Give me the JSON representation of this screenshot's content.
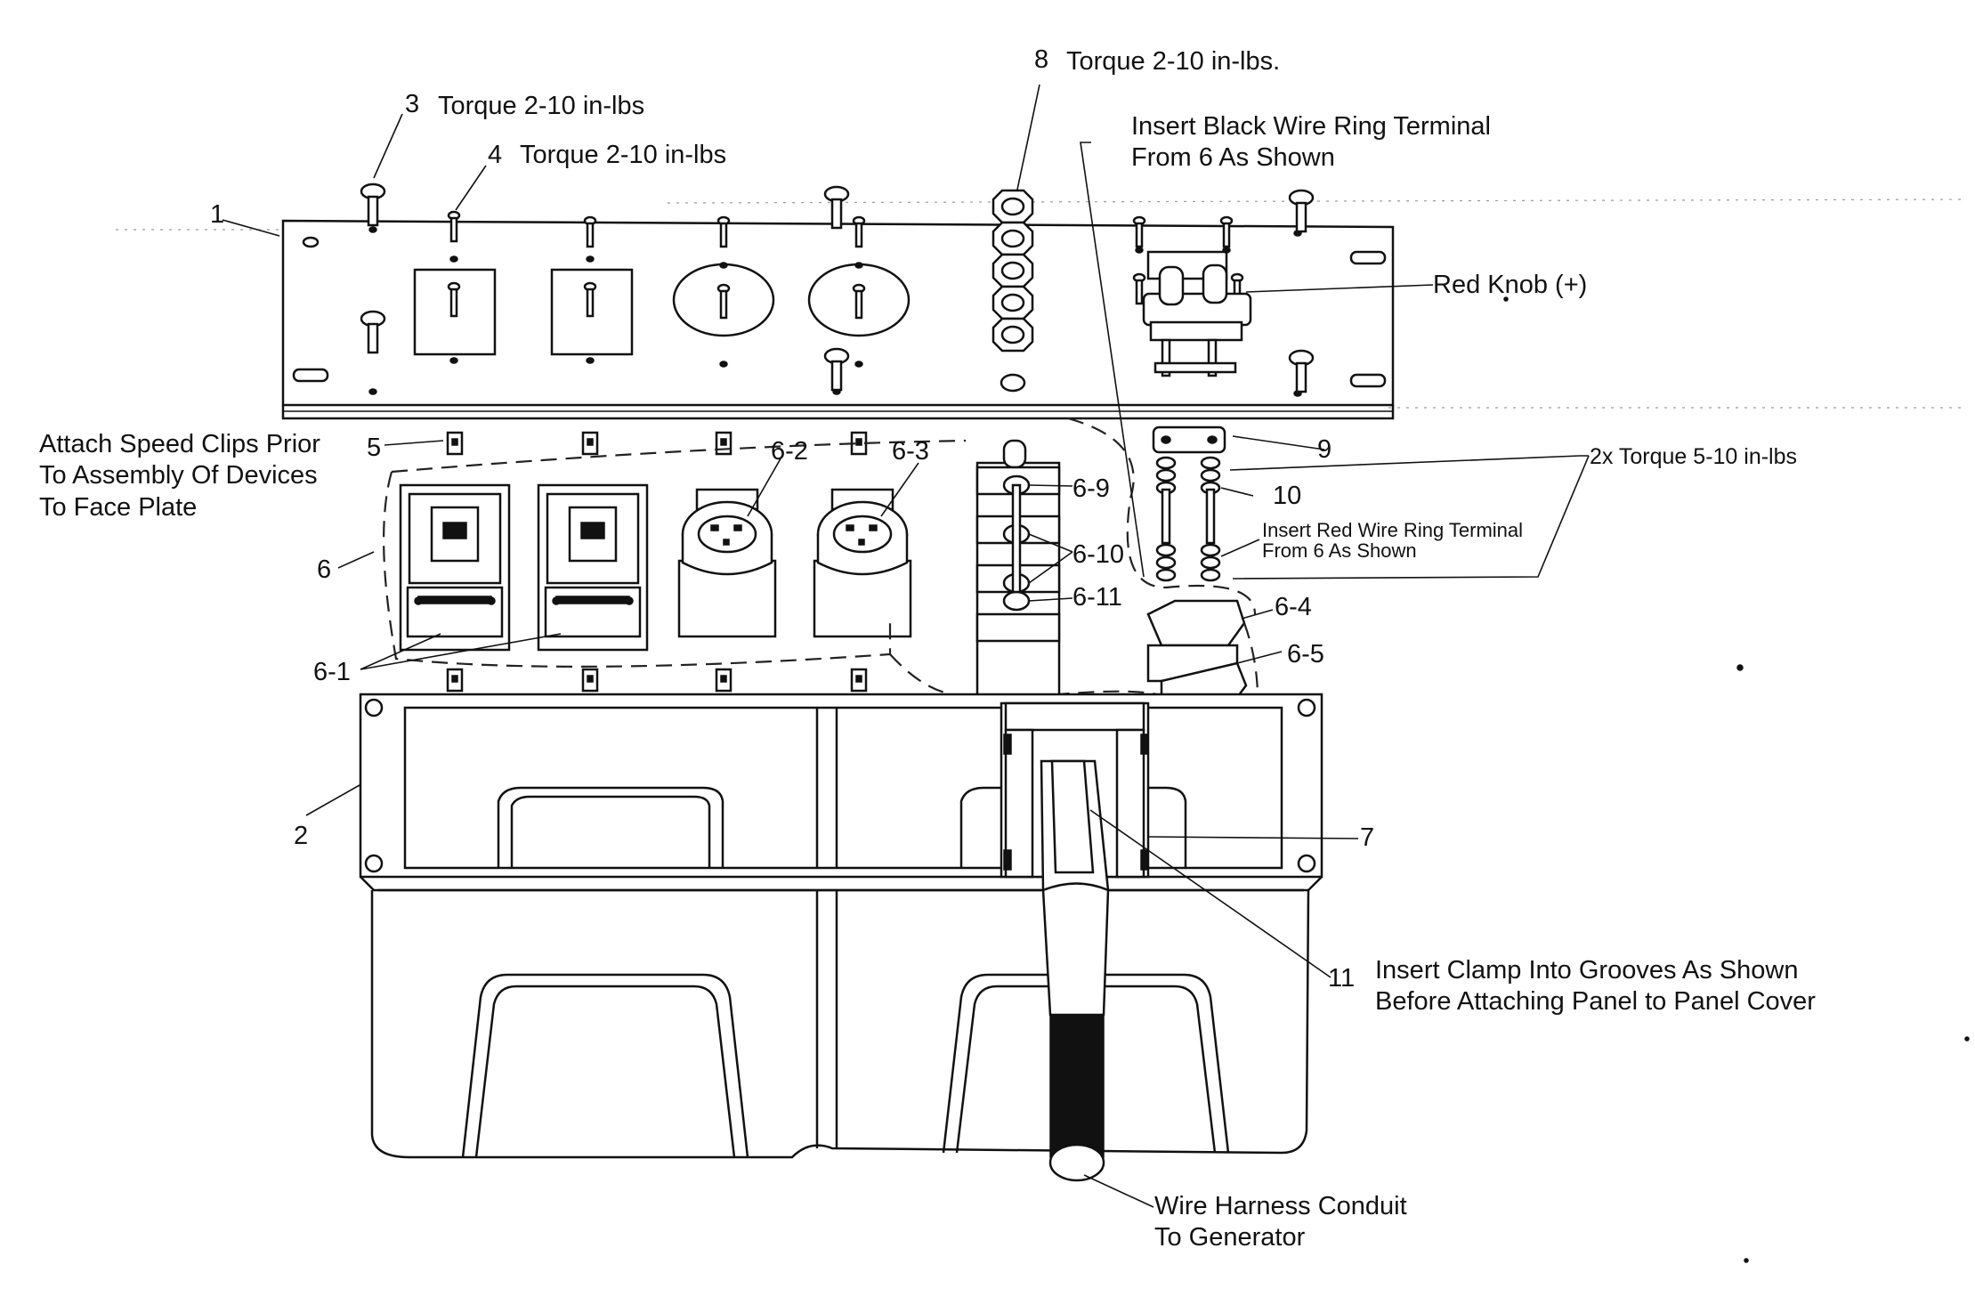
{
  "labels": {
    "l1": "1",
    "l2": "2",
    "l3": "3",
    "l3_text": "Torque 2-10 in-lbs",
    "l4": "4",
    "l4_text": "Torque 2-10 in-lbs",
    "l5": "5",
    "l5_text": "Attach Speed Clips Prior\nTo Assembly Of Devices\nTo Face Plate",
    "l6": "6",
    "l6_1": "6-1",
    "l6_2": "6-2",
    "l6_3": "6-3",
    "l6_4": "6-4",
    "l6_5": "6-5",
    "l6_9": "6-9",
    "l6_10": "6-10",
    "l6_11": "6-11",
    "l7": "7",
    "l8": "8",
    "l8_text": "Torque 2-10 in-lbs.",
    "l9": "9",
    "l10": "10",
    "l11": "11",
    "l11_text": "Insert Clamp Into Grooves As Shown\nBefore Attaching Panel to Panel Cover",
    "black_wire": "Insert Black Wire Ring Terminal\nFrom 6 As Shown",
    "red_knob": "Red Knob (+)",
    "torque_2x": "2x Torque 5-10 in-lbs",
    "red_wire": "Insert Red Wire Ring Terminal\nFrom 6 As Shown",
    "conduit": "Wire Harness Conduit\nTo Generator"
  }
}
